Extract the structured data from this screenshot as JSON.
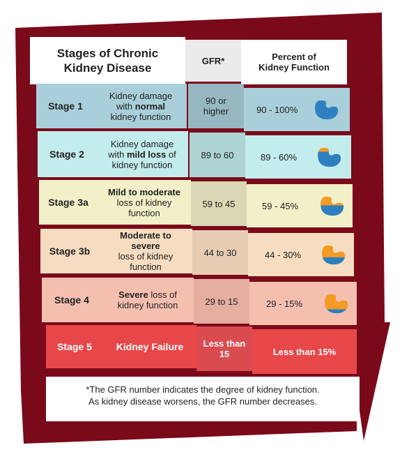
{
  "header": {
    "title_line1": "Stages of Chronic",
    "title_line2": "Kidney Disease",
    "gfr": "GFR*",
    "pct_line1": "Percent of",
    "pct_line2": "Kidney Function"
  },
  "rows": [
    {
      "stage": "Stage 1",
      "desc": [
        "Kidney damage",
        "with ",
        "normal",
        "kidney function"
      ],
      "gfr": "90 or higher",
      "pct": "90 - 100%",
      "fill": 0.95
    },
    {
      "stage": "Stage 2",
      "desc": [
        "Kidney damage",
        "with ",
        "mild loss",
        " of kidney function"
      ],
      "gfr": "89 to 60",
      "pct": "89 - 60%",
      "fill": 0.75
    },
    {
      "stage": "Stage 3a",
      "desc": [
        "Mild to moderate",
        "loss of kidney function"
      ],
      "gfr": "59 to 45",
      "pct": "59 - 45%",
      "fill": 0.52
    },
    {
      "stage": "Stage 3b",
      "desc": [
        "Moderate to severe",
        "loss of kidney function"
      ],
      "gfr": "44 to 30",
      "pct": "44 - 30%",
      "fill": 0.37
    },
    {
      "stage": "Stage 4",
      "desc": [
        "Severe",
        "loss of kidney function"
      ],
      "gfr": "29 to 15",
      "pct": "29 - 15%",
      "fill": 0.22
    },
    {
      "stage": "Stage 5",
      "desc": [
        "Kidney Failure"
      ],
      "gfr": "Less than 15",
      "pct": "Less than 15%",
      "fill": 0
    }
  ],
  "footnote": {
    "line1": "*The GFR number indicates the degree of kidney function.",
    "line2": "As kidney disease worsens, the GFR number decreases."
  },
  "colors": {
    "frame": "#7a0a1a",
    "stage1": "#a9cfda",
    "stage2": "#c3ecec",
    "stage3a": "#f2f0c8",
    "stage3b": "#f6dcc0",
    "stage4": "#f5bfb0",
    "stage5": "#e8474a",
    "kidney_blue": "#2d7fc0",
    "kidney_orange": "#f59a22"
  }
}
